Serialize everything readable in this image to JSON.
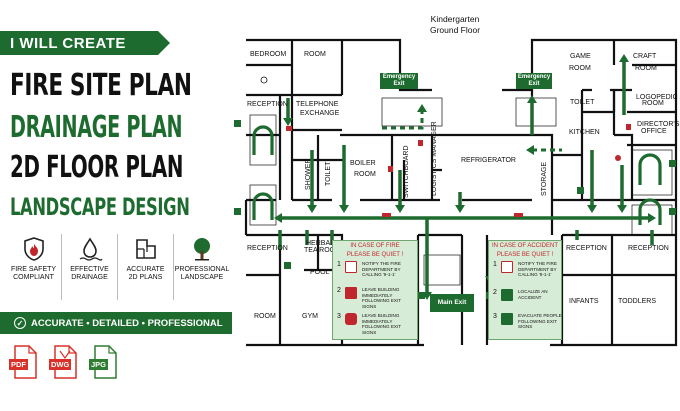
{
  "banner": "I WILL CREATE",
  "headlines": {
    "line1": "FIRE SITE PLAN",
    "line2": "DRAINAGE PLAN",
    "line3": "2D FLOOR PLAN",
    "line4": "LANDSCAPE DESIGN"
  },
  "features": [
    {
      "icon": "fire-shield-icon",
      "line1": "FIRE SAFETY",
      "line2": "COMPLIANT"
    },
    {
      "icon": "water-drop-icon",
      "line1": "EFFECTIVE",
      "line2": "DRAINAGE"
    },
    {
      "icon": "floor-plan-icon",
      "line1": "ACCURATE",
      "line2": "2D PLANS"
    },
    {
      "icon": "tree-icon",
      "line1": "PROFESSIONAL",
      "line2": "LANDSCAPE"
    }
  ],
  "tagline": "ACCURATE • DETAILED • PROFESSIONAL",
  "file_types": [
    "PDF",
    "DWG",
    "JPG"
  ],
  "colors": {
    "brand_green": "#1d6b2e",
    "alert_red": "#c0272d",
    "pdf_red": "#d9302a",
    "jpg_green": "#2e7d32"
  },
  "plan": {
    "title_line1": "Kindergarten",
    "title_line2": "Ground Floor",
    "rooms": {
      "bedroom": "BEDROOM",
      "room_top": "ROOM",
      "reception_tl": "RECEPTION",
      "telephone": "TELEPHONE",
      "exchange": "EXCHANGE",
      "shower": "SHOWER",
      "toilet_v": "TOILET",
      "boiler1": "BOILER",
      "boiler2": "ROOM",
      "switchboard": "SWITCHBOARD",
      "logistics": "LOGISTICS MANAGER",
      "refrigerator": "REFRIGERATOR",
      "storage": "STORAGE",
      "kitchen": "KITCHEN",
      "toilet_r": "TOILET",
      "game1": "GAME",
      "game2": "ROOM",
      "craft1": "CRAFT",
      "craft2": "ROOM",
      "logopedic1": "LOGOPEDIC",
      "logopedic2": "ROOM",
      "director1": "DIRECTOR'S",
      "director2": "OFFICE",
      "reception_bl": "RECEPTION",
      "herbal1": "HERBAL",
      "herbal2": "TEA ROOM",
      "pool": "POOL",
      "room_bl": "ROOM",
      "gym": "GYM",
      "reception_br1": "RECEPTION",
      "reception_br2": "RECEPTION",
      "infants": "INFANTS",
      "toddlers": "TODDLERS"
    },
    "emergency_exit_1": "Emergency Exit",
    "emergency_exit_2": "Emergency Exit",
    "main_exit": "Main Exit",
    "fire_notice": {
      "heading1": "IN CASE OF FIRE",
      "heading2": "PLEASE BE QUIET !",
      "steps": [
        {
          "num": "1",
          "text": "NOTIFY THE FIRE DEPARTMENT BY CALLING '9-1-1'"
        },
        {
          "num": "2",
          "text": "LEAVE BUILDING IMMEDIATELY FOLLOWING EXIT SIGNS"
        },
        {
          "num": "3",
          "text": "LEAVE BUILDING IMMEDIATELY FOLLOWING EXIT SIGNS"
        }
      ]
    },
    "accident_notice": {
      "heading1": "IN CASE OF ACCIDENT",
      "heading2": "PLEASE BE QUIET !",
      "steps": [
        {
          "num": "1",
          "text": "NOTIFY THE FIRE DEPARTMENT BY CALLING '9-1-1'"
        },
        {
          "num": "2",
          "text": "LOCALIZE AN ACCIDENT"
        },
        {
          "num": "3",
          "text": "EVACUATE PEOPLE FOLLOWING EXIT SIGNS"
        }
      ]
    }
  }
}
